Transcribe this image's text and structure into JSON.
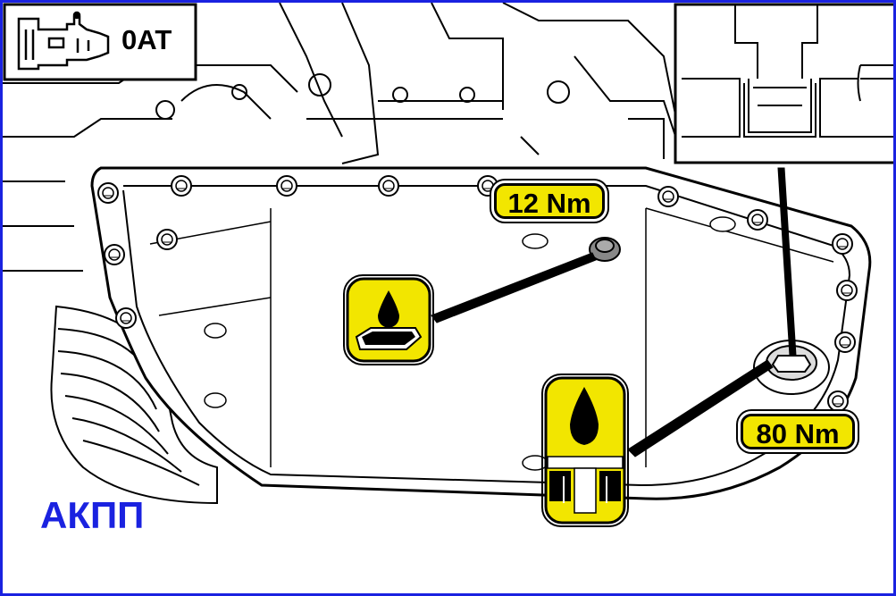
{
  "corner_badge": {
    "transmission_code": "0AT",
    "icon": "gearbox-icon"
  },
  "caption": {
    "text": "АКПП",
    "color": "#1a22e0"
  },
  "labels": {
    "fill_plug_torque": "12 Nm",
    "drain_plug_torque": "80 Nm"
  },
  "symbols": {
    "fill_symbol_icon": "oil-fill-icon",
    "drain_symbol_icon": "oil-drain-icon",
    "accent_color": "#f2e600"
  },
  "colors": {
    "border": "#1a22e0",
    "label_fill": "#f2e600",
    "line": "#000000"
  }
}
